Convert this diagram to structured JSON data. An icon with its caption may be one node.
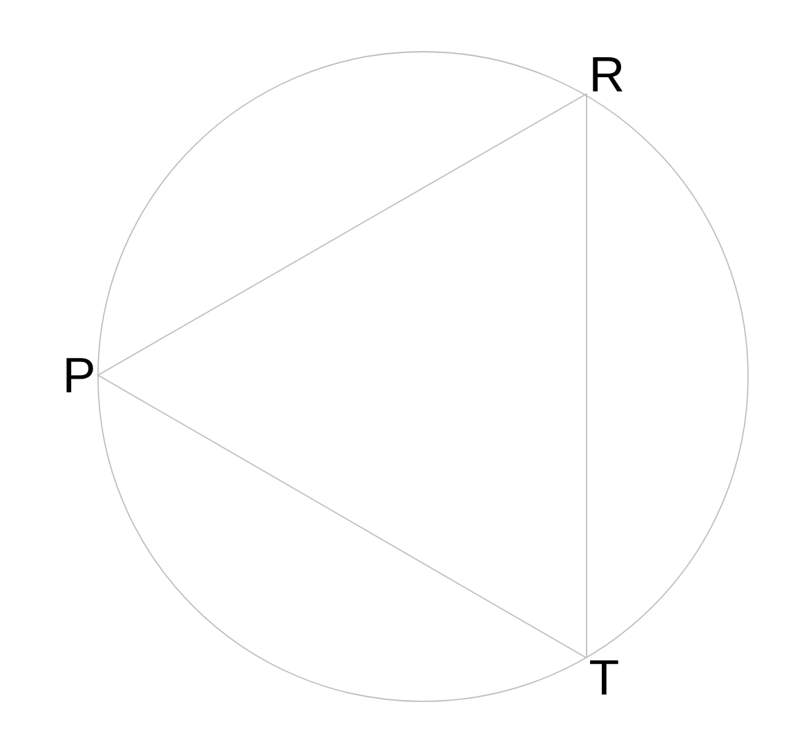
{
  "diagram": {
    "nodes": [
      {
        "text": [
          "P"
        ]
      },
      {
        "text": [
          "R"
        ]
      },
      {
        "text": [
          "T"
        ]
      }
    ],
    "edges": [
      {
        "from": 0,
        "to": 1,
        "arrow": "none"
      },
      {
        "from": 1,
        "to": 2,
        "arrow": "none"
      },
      {
        "from": 2,
        "to": 0,
        "arrow": "none"
      }
    ]
  }
}
